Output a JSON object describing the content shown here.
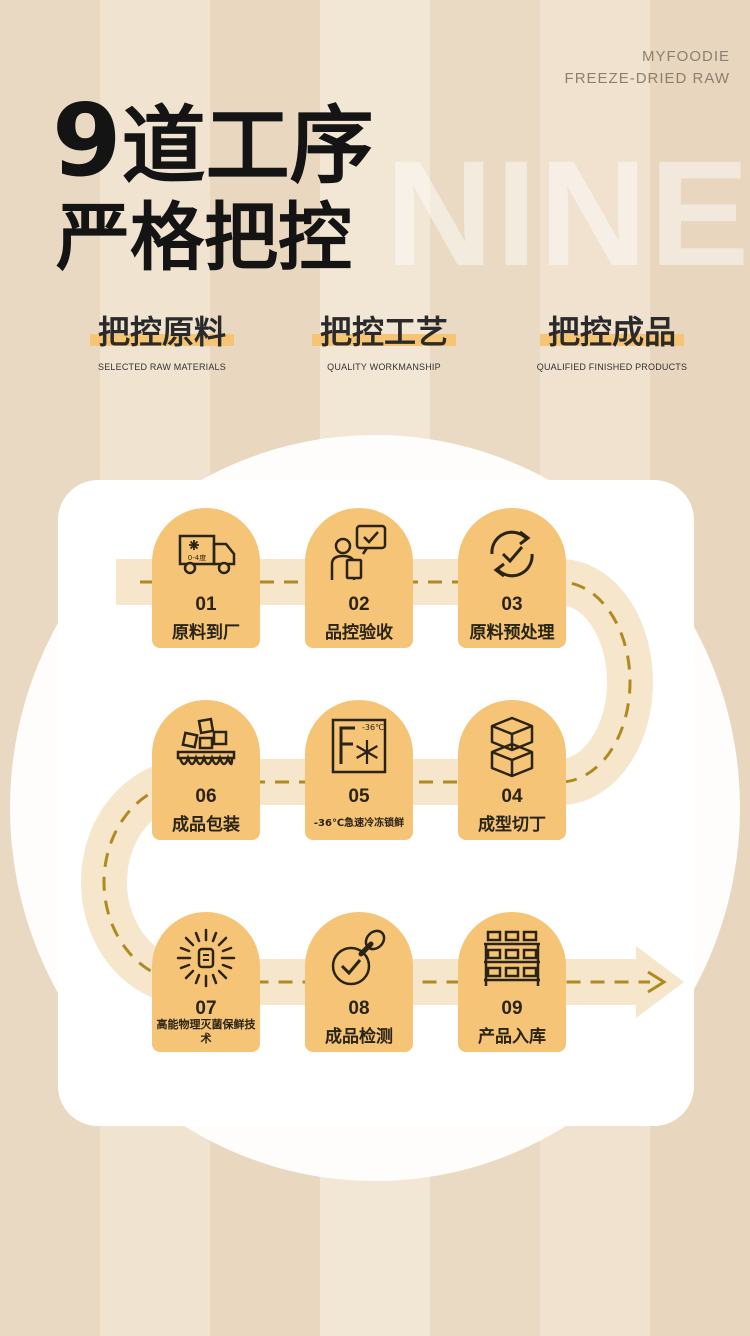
{
  "brand": {
    "line1": "MYFOODIE",
    "line2": "FREEZE-DRIED RAW"
  },
  "watermark": "NINE",
  "title": {
    "number": "9",
    "line1_rest": "道工序",
    "line2": "严格把控"
  },
  "pillars": [
    {
      "cn": "把控原料",
      "en": "SELECTED RAW MATERIALS"
    },
    {
      "cn": "把控工艺",
      "en": "QUALITY WORKMANSHIP"
    },
    {
      "cn": "把控成品",
      "en": "QUALIFIED FINISHED PRODUCTS"
    }
  ],
  "steps": [
    {
      "num": "01",
      "label": "原料到厂",
      "icon": "truck-icon",
      "truck_text": "0-4度"
    },
    {
      "num": "02",
      "label": "品控验收",
      "icon": "inspector-icon"
    },
    {
      "num": "03",
      "label": "原料预处理",
      "icon": "process-cycle-icon"
    },
    {
      "num": "04",
      "label": "成型切丁",
      "icon": "cubes-icon"
    },
    {
      "num": "05",
      "label": "-36℃急速冷冻锁鲜",
      "icon": "freezer-icon",
      "freezer_text": "-36℃"
    },
    {
      "num": "06",
      "label": "成品包装",
      "icon": "packaging-tray-icon"
    },
    {
      "num": "07",
      "label": "高能物理灭菌保鲜技术",
      "icon": "sterilize-icon"
    },
    {
      "num": "08",
      "label": "成品检测",
      "icon": "inspection-stamp-icon"
    },
    {
      "num": "09",
      "label": "产品入库",
      "icon": "warehouse-shelf-icon"
    }
  ],
  "colors": {
    "step_fill": "#f6c476",
    "path_band": "#f5e6cc",
    "dash": "#b08a1e",
    "title": "#141414",
    "highlight": "#f5c475"
  }
}
